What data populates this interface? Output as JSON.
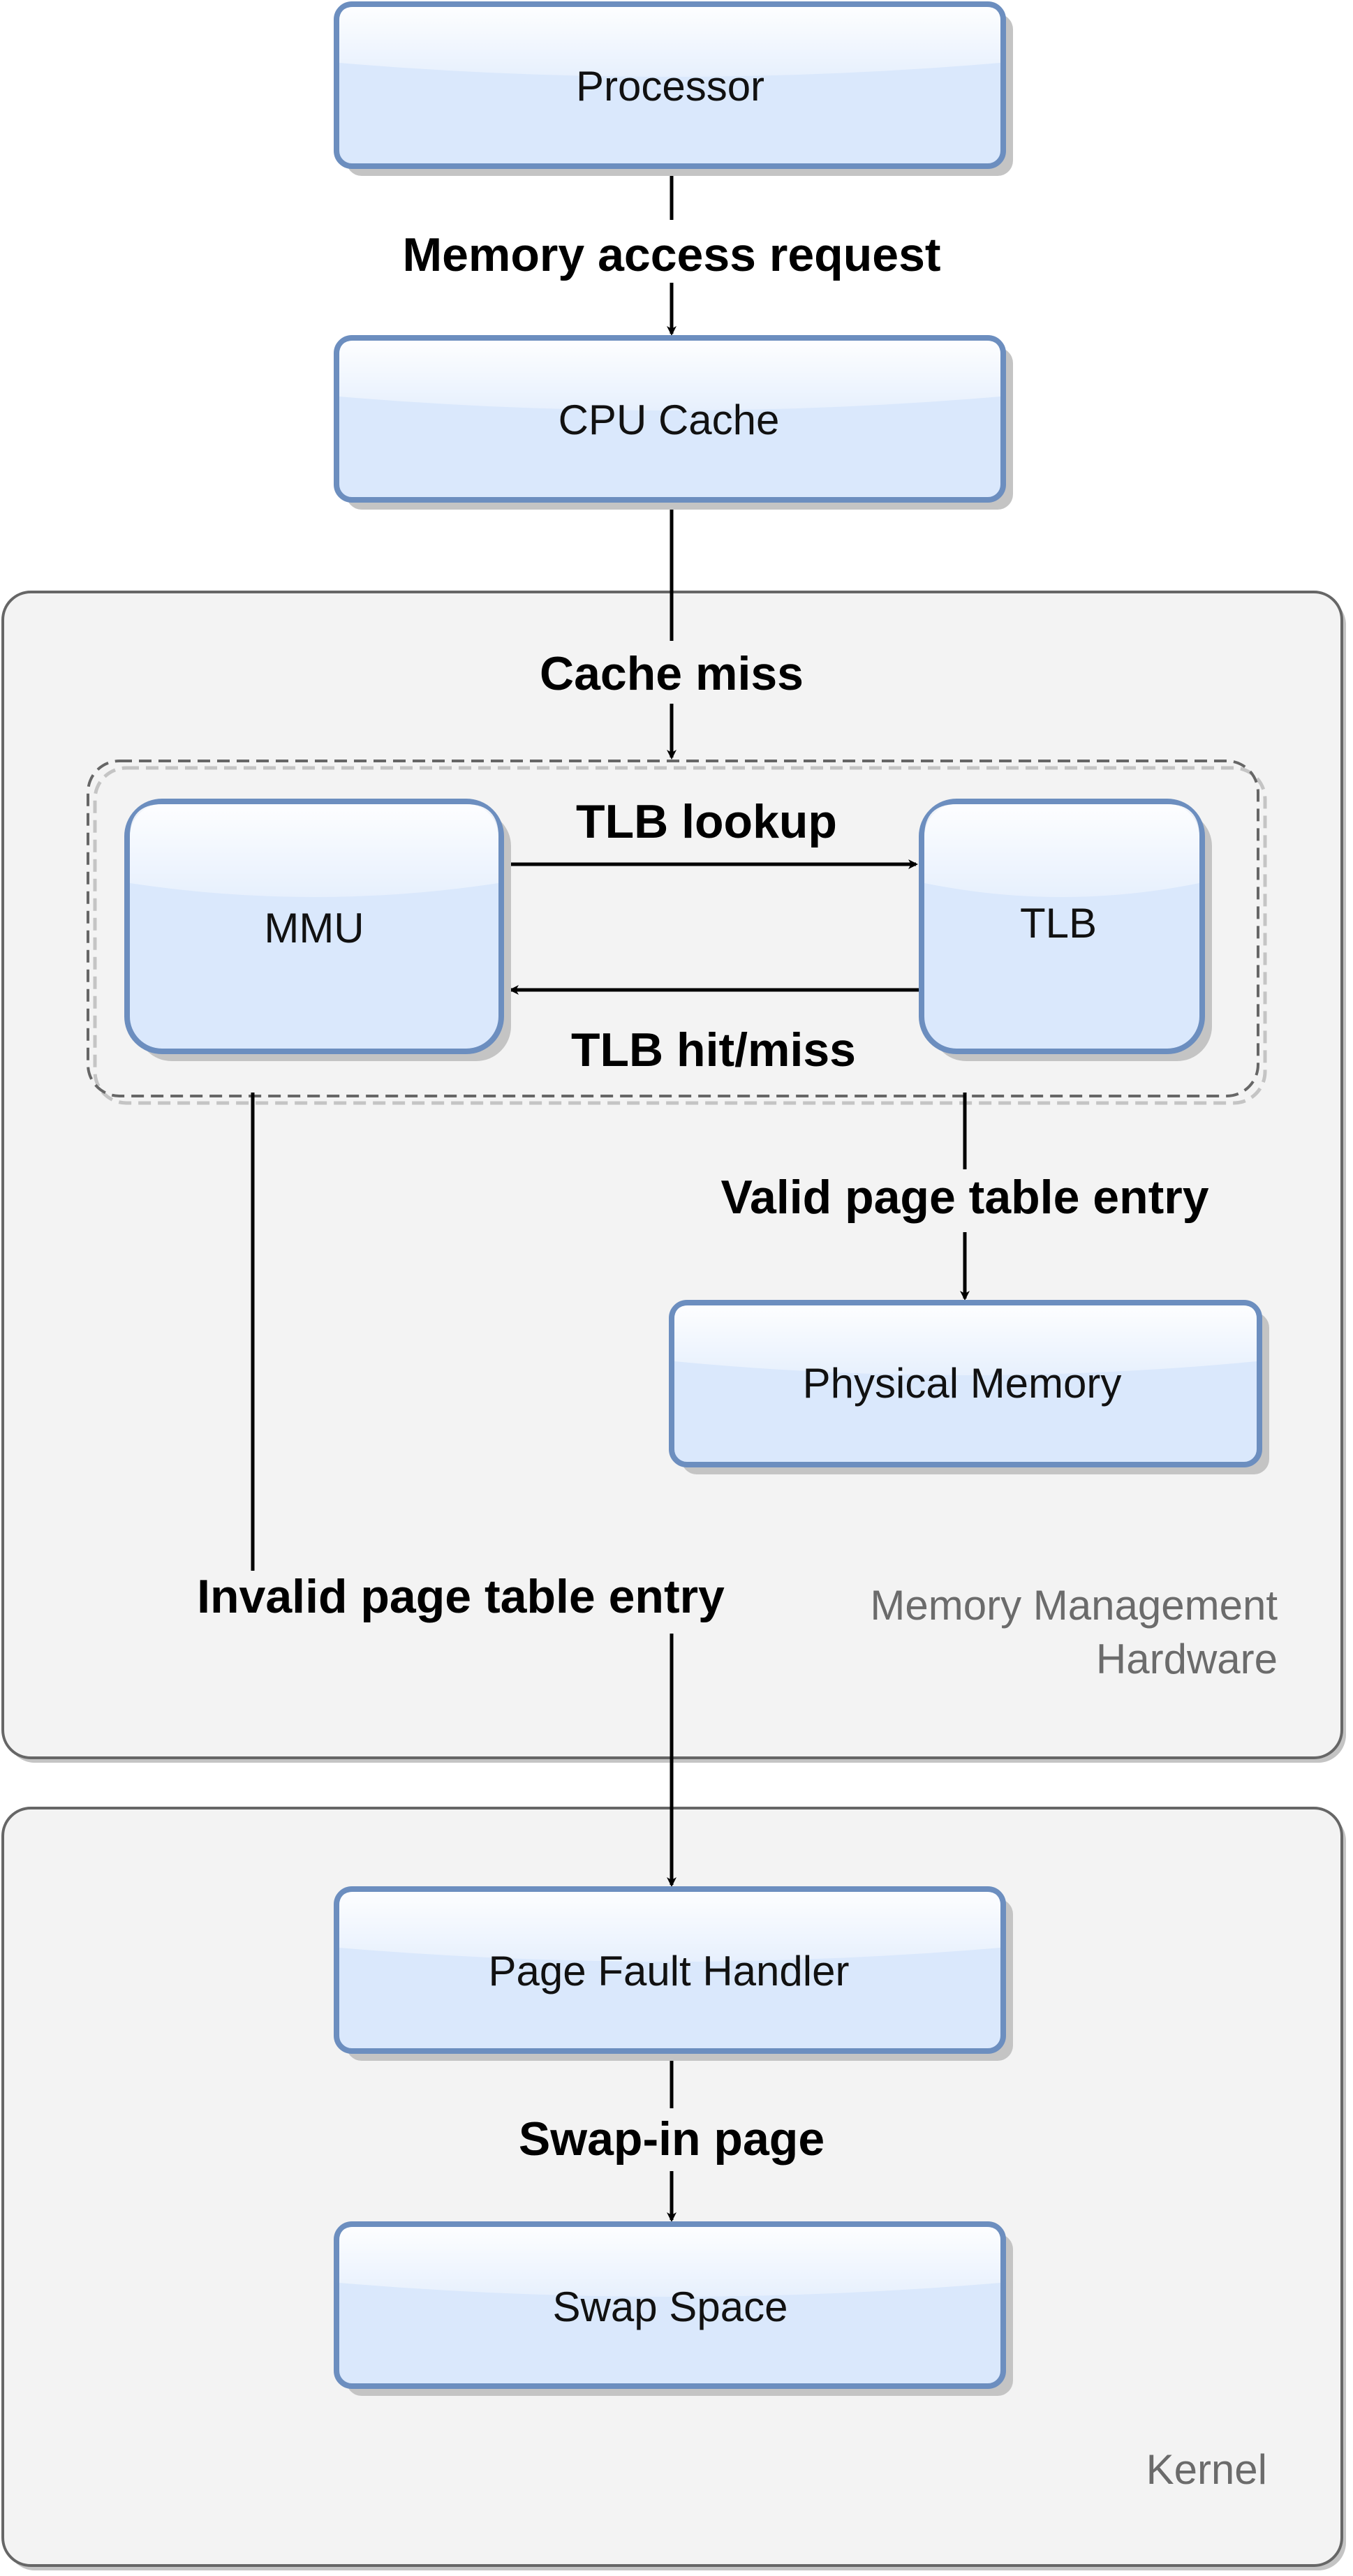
{
  "nodes": {
    "processor": "Processor",
    "cpu_cache": "CPU Cache",
    "mmu": "MMU",
    "tlb": "TLB",
    "physical_memory": "Physical Memory",
    "page_fault_handler": "Page Fault Handler",
    "swap_space": "Swap Space"
  },
  "groups": {
    "mmh_line1": "Memory Management",
    "mmh_line2": "Hardware",
    "kernel": "Kernel"
  },
  "edges": {
    "memory_access_request": "Memory access request",
    "cache_miss": "Cache miss",
    "tlb_lookup": "TLB lookup",
    "tlb_hit_miss": "TLB hit/miss",
    "valid_page_table_entry": "Valid page table entry",
    "invalid_page_table_entry": "Invalid page table entry",
    "swap_in_page": "Swap-in page"
  },
  "colors": {
    "node_fill_top": "#f5f9fe",
    "node_fill_bottom": "#dae8fc",
    "node_stroke": "#6c8ebf",
    "group_fill": "#f3f3f3",
    "group_stroke": "#666666",
    "shadow": "#c4c4c4"
  }
}
